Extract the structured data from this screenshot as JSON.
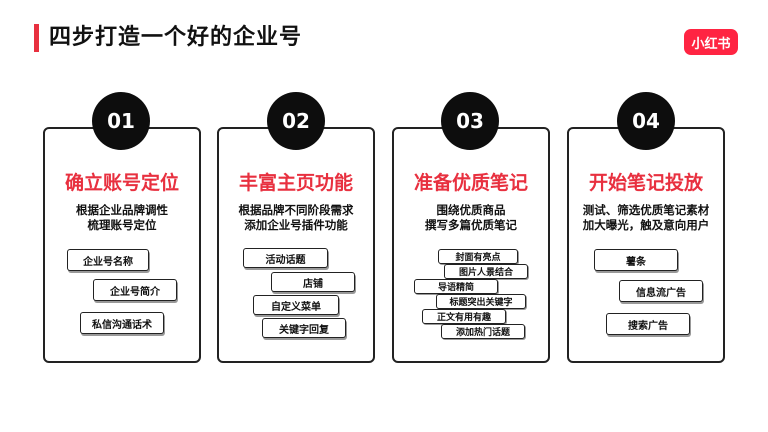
{
  "header": {
    "title": "四步打造一个好的企业号",
    "logo_text": "小红书",
    "accent_color": "#e8303f"
  },
  "steps": [
    {
      "number": "01",
      "title": "确立账号定位",
      "desc_lines": [
        "根据企业品牌调性",
        "梳理账号定位"
      ],
      "chips": [
        "企业号名称",
        "企业号简介",
        "私信沟通话术"
      ]
    },
    {
      "number": "02",
      "title": "丰富主页功能",
      "desc_lines": [
        "根据品牌不同阶段需求",
        "添加企业号插件功能"
      ],
      "chips": [
        "活动话题",
        "店铺",
        "自定义菜单",
        "关键字回复"
      ]
    },
    {
      "number": "03",
      "title": "准备优质笔记",
      "desc_lines": [
        "围绕优质商品",
        "撰写多篇优质笔记"
      ],
      "chips": [
        "封面有亮点",
        "图片人景结合",
        "导语精简",
        "标题突出关键字",
        "正文有用有趣",
        "添加热门话题"
      ]
    },
    {
      "number": "04",
      "title": "开始笔记投放",
      "desc_lines": [
        "测试、筛选优质笔记素材",
        "加大曝光，触及意向用户"
      ],
      "chips": [
        "薯条",
        "信息流广告",
        "搜索广告"
      ]
    }
  ]
}
